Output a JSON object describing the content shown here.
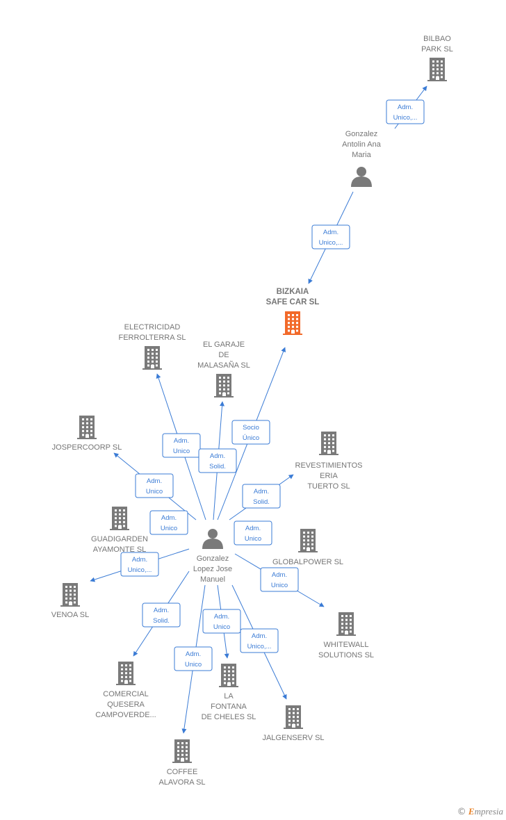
{
  "colors": {
    "building": "#7a7a7a",
    "building_highlight": "#f26a2a",
    "person": "#7a7a7a",
    "edge": "#3a7bd5"
  },
  "footer": {
    "copyright": "©",
    "brand_initial": "E",
    "brand_rest": "mpresia"
  },
  "nodes": [
    {
      "id": "bilbao",
      "type": "building",
      "label": [
        "BILBAO",
        "PARK  SL"
      ]
    },
    {
      "id": "gonzalez_antolin",
      "type": "person",
      "label": [
        "Gonzalez",
        "Antolin Ana",
        "Maria"
      ]
    },
    {
      "id": "bizkaia",
      "type": "building",
      "highlight": true,
      "label": [
        "BIZKAIA",
        "SAFE CAR  SL"
      ]
    },
    {
      "id": "electricidad",
      "type": "building",
      "label": [
        "ELECTRICIDAD",
        "FERROLTERRA SL"
      ]
    },
    {
      "id": "garaje",
      "type": "building",
      "label": [
        "EL GARAJE",
        "DE",
        "MALASAÑA  SL"
      ]
    },
    {
      "id": "jospercoorp",
      "type": "building",
      "label": [
        "JOSPERCOORP SL"
      ]
    },
    {
      "id": "revestimientos",
      "type": "building",
      "label": [
        "REVESTIMIENTOS",
        "ERIA",
        "TUERTO SL"
      ]
    },
    {
      "id": "guadigarden",
      "type": "building",
      "label": [
        "GUADIGARDEN",
        "AYAMONTE  SL"
      ]
    },
    {
      "id": "gonzalez_lopez",
      "type": "person",
      "label": [
        "Gonzalez",
        "Lopez Jose",
        "Manuel"
      ]
    },
    {
      "id": "globalpower",
      "type": "building",
      "label": [
        "GLOBALPOWER SL"
      ]
    },
    {
      "id": "venoa",
      "type": "building",
      "label": [
        "VENOA  SL"
      ]
    },
    {
      "id": "whitewall",
      "type": "building",
      "label": [
        "WHITEWALL",
        "SOLUTIONS  SL"
      ]
    },
    {
      "id": "comercial",
      "type": "building",
      "label": [
        "COMERCIAL",
        "QUESERA",
        "CAMPOVERDE..."
      ]
    },
    {
      "id": "fontana",
      "type": "building",
      "label": [
        "LA",
        "FONTANA",
        "DE CHELES SL"
      ]
    },
    {
      "id": "jalgenserv",
      "type": "building",
      "label": [
        "JALGENSERV SL"
      ]
    },
    {
      "id": "coffee",
      "type": "building",
      "label": [
        "COFFEE",
        "ALAVORA SL"
      ]
    }
  ],
  "edges": [
    {
      "from": "gonzalez_antolin",
      "to": "bilbao",
      "label": [
        "Adm.",
        "Unico,..."
      ]
    },
    {
      "from": "gonzalez_antolin",
      "to": "bizkaia",
      "label": [
        "Adm.",
        "Unico,..."
      ]
    },
    {
      "from": "gonzalez_lopez",
      "to": "bizkaia",
      "label": [
        "Socio",
        "Único"
      ]
    },
    {
      "from": "gonzalez_lopez",
      "to": "electricidad",
      "label": [
        "Adm.",
        "Unico"
      ]
    },
    {
      "from": "gonzalez_lopez",
      "to": "garaje",
      "label": [
        "Adm.",
        "Solid."
      ]
    },
    {
      "from": "gonzalez_lopez",
      "to": "jospercoorp",
      "label": [
        "Adm.",
        "Unico"
      ]
    },
    {
      "from": "gonzalez_lopez",
      "to": "revestimientos",
      "label": [
        "Adm.",
        "Solid."
      ]
    },
    {
      "from": "gonzalez_lopez",
      "to": "guadigarden",
      "label": [
        "Adm.",
        "Unico"
      ]
    },
    {
      "from": "gonzalez_lopez",
      "to": "globalpower",
      "label": [
        "Adm.",
        "Unico"
      ]
    },
    {
      "from": "gonzalez_lopez",
      "to": "venoa",
      "label": [
        "Adm.",
        "Unico,..."
      ]
    },
    {
      "from": "gonzalez_lopez",
      "to": "whitewall",
      "label": [
        "Adm.",
        "Unico"
      ]
    },
    {
      "from": "gonzalez_lopez",
      "to": "comercial",
      "label": [
        "Adm.",
        "Solid."
      ]
    },
    {
      "from": "gonzalez_lopez",
      "to": "fontana",
      "label": [
        "Adm.",
        "Unico"
      ]
    },
    {
      "from": "gonzalez_lopez",
      "to": "jalgenserv",
      "label": [
        "Adm.",
        "Unico,..."
      ]
    },
    {
      "from": "gonzalez_lopez",
      "to": "coffee",
      "label": [
        "Adm.",
        "Unico"
      ]
    }
  ]
}
